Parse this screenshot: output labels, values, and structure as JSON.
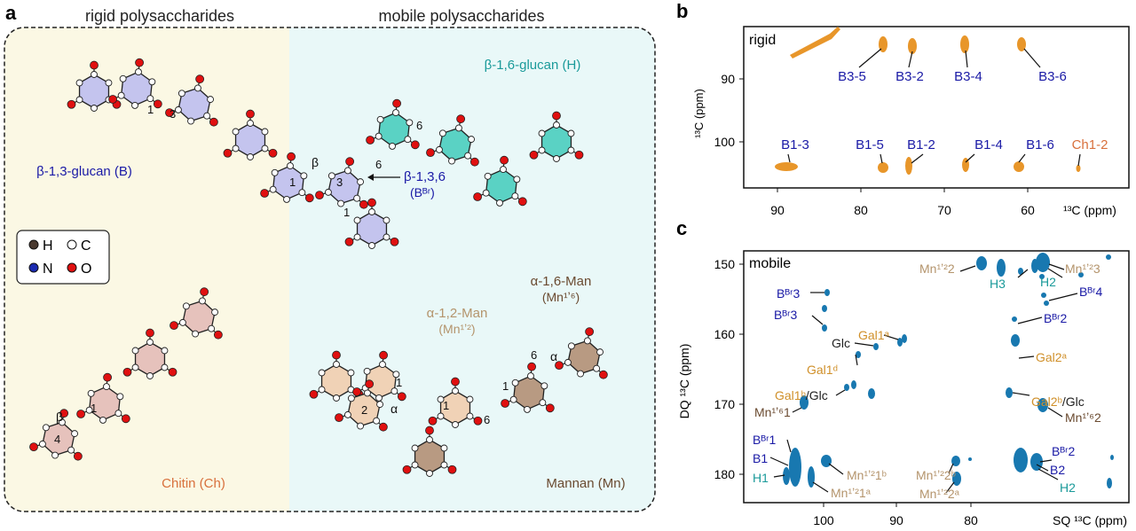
{
  "panel_a": {
    "letter": "a",
    "header_left": "rigid polysaccharides",
    "header_right": "mobile polysaccharides",
    "labels": {
      "b13": "β-1,3-glucan (B)",
      "b16": "β-1,6-glucan (H)",
      "b136": "β-1,3,6",
      "bbr": "(Bᴮʳ)",
      "chitin": "Chitin (Ch)",
      "mannan": "Mannan (Mn)",
      "a16": "α-1,6-Man",
      "mn16": "(Mn¹ʼ⁶)",
      "a12": "α-1,2-Man",
      "mn12": "(Mn¹ʼ²)"
    },
    "legend": [
      "H",
      "C",
      "N",
      "O"
    ],
    "ring_numbers": [
      "1",
      "3",
      "1",
      "3",
      "1",
      "6",
      "6",
      "1",
      "4",
      "2",
      "1",
      "1",
      "6",
      "1",
      "6"
    ],
    "greek": [
      "β",
      "β",
      "α",
      "α"
    ]
  },
  "panel_b": {
    "letter": "b",
    "tag": "rigid",
    "ylabel": "¹³C (ppm)",
    "xlabel": "¹³C (ppm)",
    "xticks": [
      "90",
      "80",
      "70",
      "60"
    ],
    "yticks": [
      "90",
      "100"
    ],
    "peaks": [
      "B3-5",
      "B3-2",
      "B3-4",
      "B3-6",
      "B1-3",
      "B1-5",
      "B1-2",
      "B1-4",
      "B1-6",
      "Ch1-2"
    ]
  },
  "panel_c": {
    "letter": "c",
    "tag": "mobile",
    "ylabel": "DQ ¹³C (ppm)",
    "xlabel": "SQ ¹³C (ppm)",
    "xticks": [
      "100",
      "90",
      "80"
    ],
    "yticks": [
      "150",
      "160",
      "170",
      "180"
    ],
    "peaks": {
      "mn122": "Mn¹ʼ²2",
      "mn123": "Mn¹ʼ²3",
      "h3": "H3",
      "h2top": "H2",
      "bbr4": "Bᴮʳ4",
      "bbr3a": "Bᴮʳ3",
      "bbr3b": "Bᴮʳ3",
      "bbr2top": "Bᴮʳ2",
      "gal1a": "Gal1ᵃ",
      "glc": "Glc",
      "gal1d": "Gal1ᵈ",
      "gal2a": "Gal2ᵃ",
      "gal1b": "Gal1ᵇ",
      "glcsuffix": "/Glc",
      "gal2b": "Gal2ᵇ",
      "mn161": "Mn¹ʼ⁶1",
      "mn162": "Mn¹ʼ⁶2",
      "bbr1": "Bᴮʳ1",
      "b1": "B1",
      "h1": "H1",
      "mn121b": "Mn¹ʼ²1ᵇ",
      "mn121a": "Mn¹ʼ²1ᵃ",
      "mn122b": "Mn¹ʼ²2ᵇ",
      "mn122a": "Mn¹ʼ²2ᵃ",
      "bbr2bot": "Bᴮʳ2",
      "b2": "B2",
      "h2bot": "H2"
    }
  },
  "colors": {
    "blue_label": "#1a1aa6",
    "teal_label": "#1a9a9a",
    "tan_label": "#b4946c",
    "gold_label": "#d0902a",
    "orange_label": "#d8703c",
    "brown_label": "#6a4a30",
    "orange_peak": "#e8962a",
    "blue_peak": "#1878b0"
  }
}
